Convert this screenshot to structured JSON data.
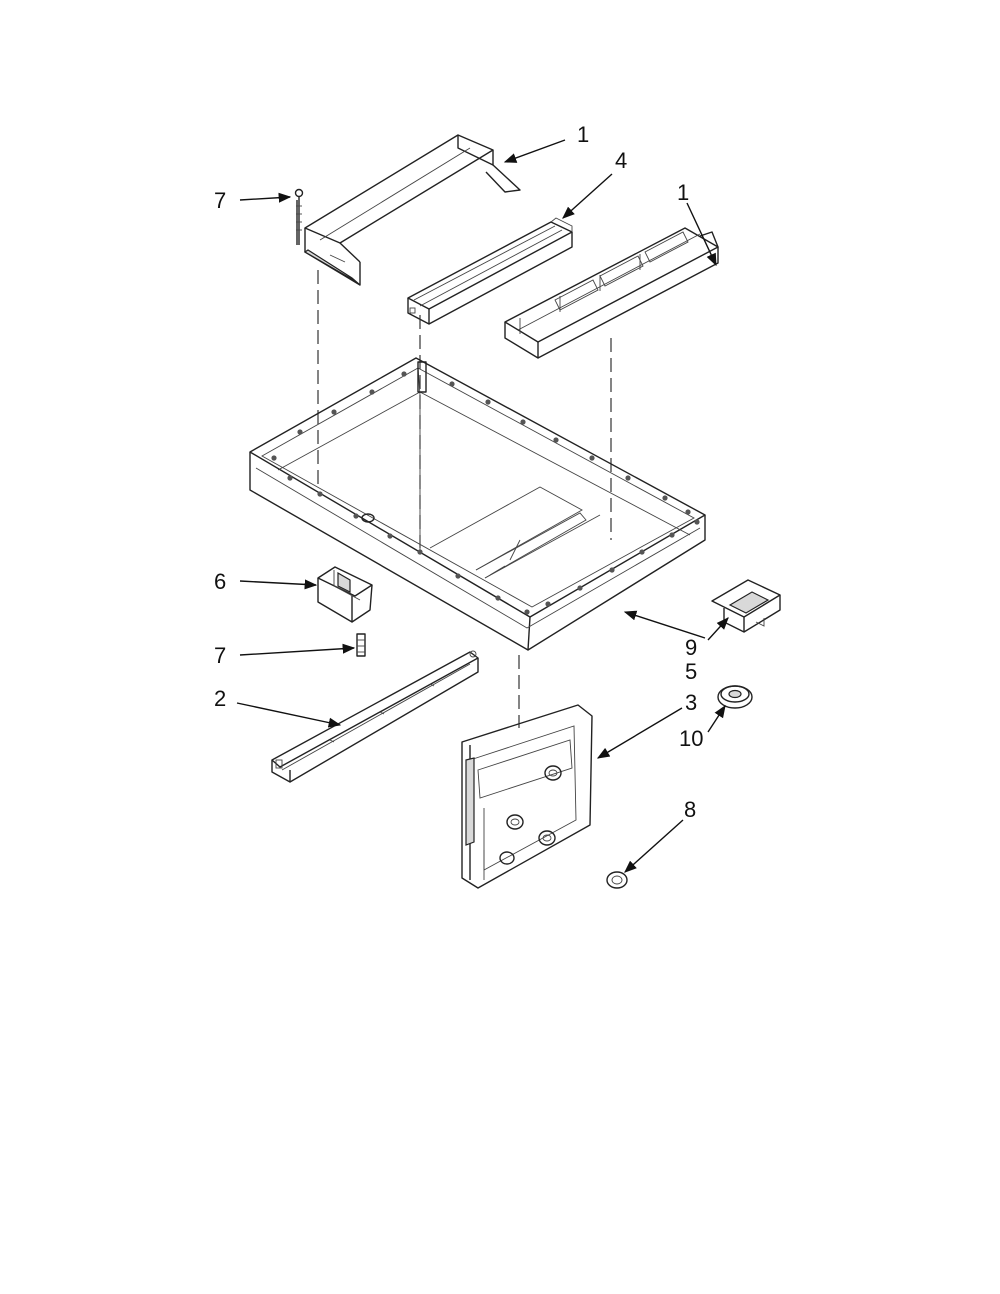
{
  "diagram": {
    "callouts": {
      "c1a": "1",
      "c4": "4",
      "c1b": "1",
      "c7a": "7",
      "c6": "6",
      "c7b": "7",
      "c2": "2",
      "c9": "9",
      "c5": "5",
      "c3": "3",
      "c10": "10",
      "c8": "8"
    },
    "colors": {
      "line": "#222222",
      "background": "#ffffff",
      "shade": "#d9d9d9"
    }
  }
}
